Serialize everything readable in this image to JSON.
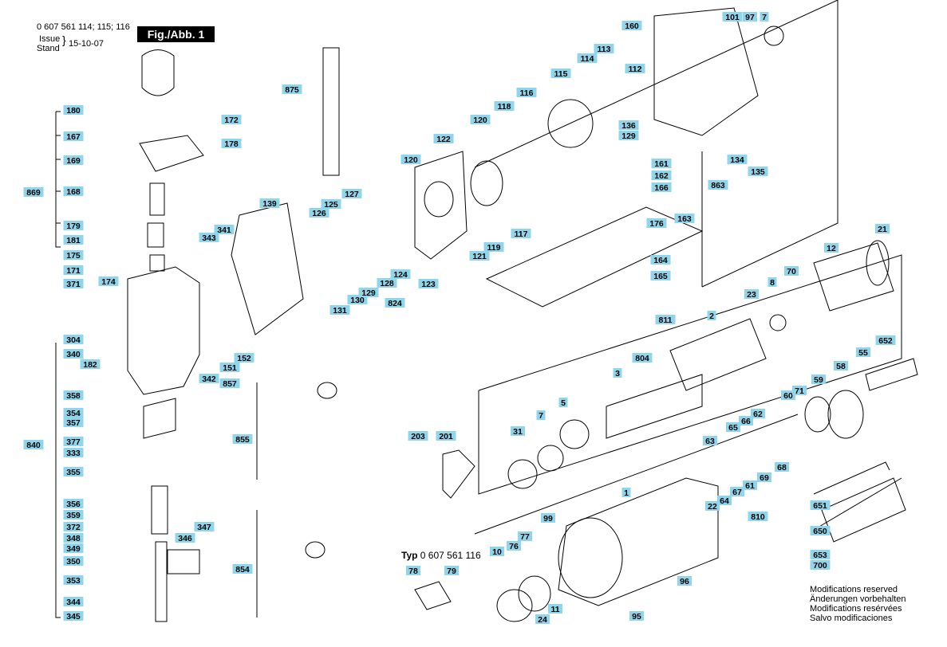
{
  "header": {
    "part_numbers": "0 607 561 114; 115; 116",
    "figure_label": "Fig./Abb. 1",
    "issue_label": "Issue",
    "stand_label": "Stand",
    "issue_date": "15-10-07"
  },
  "variant_label": {
    "prefix": "Typ",
    "number": "0 607 561 116"
  },
  "notice": {
    "lines": [
      "Modifications reserved",
      "Änderungen vorbehalten",
      "Modifications resérvées",
      "Salvo modificaciones"
    ]
  },
  "part_labels": [
    "180",
    "167",
    "169",
    "172",
    "178",
    "168",
    "869",
    "179",
    "181",
    "175",
    "171",
    "371",
    "875",
    "139",
    "343",
    "341",
    "174",
    "304",
    "340",
    "182",
    "358",
    "354",
    "357",
    "377",
    "333",
    "355",
    "840",
    "356",
    "359",
    "372",
    "348",
    "349",
    "350",
    "353",
    "344",
    "345",
    "346",
    "347",
    "342",
    "151",
    "152",
    "127",
    "126",
    "125",
    "131",
    "130",
    "129",
    "128",
    "124",
    "824",
    "120",
    "122",
    "123",
    "118",
    "116",
    "120",
    "115",
    "121",
    "119",
    "117",
    "114",
    "113",
    "160",
    "101",
    "97",
    "7",
    "112",
    "136",
    "129",
    "134",
    "135",
    "161",
    "162",
    "166",
    "863",
    "163",
    "176",
    "164",
    "165",
    "21",
    "12",
    "811",
    "2",
    "23",
    "8",
    "70",
    "804",
    "3",
    "652",
    "55",
    "58",
    "59",
    "60",
    "71",
    "5",
    "7",
    "31",
    "203",
    "201",
    "66",
    "65",
    "62",
    "63",
    "64",
    "67",
    "61",
    "69",
    "68",
    "810",
    "22",
    "1",
    "651",
    "650",
    "653",
    "700",
    "99",
    "77",
    "76",
    "10",
    "24",
    "11",
    "95",
    "96",
    "78",
    "79",
    "857",
    "855",
    "854"
  ]
}
